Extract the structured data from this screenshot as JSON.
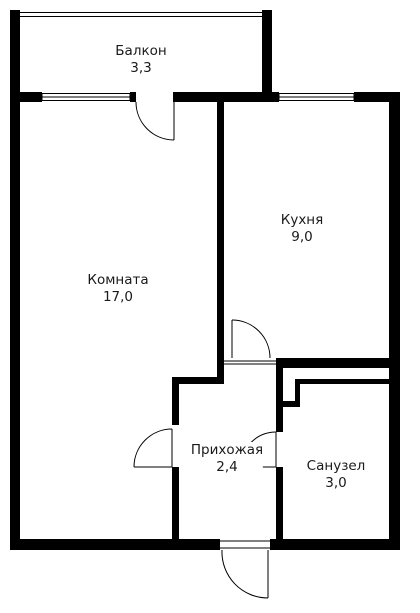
{
  "plan": {
    "wall_color": "#000000",
    "window_color": "#ffffff",
    "background_color": "#ffffff",
    "rooms": [
      {
        "id": "balcony",
        "name": "Балкон",
        "area": "3,3"
      },
      {
        "id": "room",
        "name": "Комната",
        "area": "17,0"
      },
      {
        "id": "kitchen",
        "name": "Кухня",
        "area": "9,0"
      },
      {
        "id": "hallway",
        "name": "Прихожая",
        "area": "2,4"
      },
      {
        "id": "bathroom",
        "name": "Санузел",
        "area": "3,0"
      }
    ]
  }
}
